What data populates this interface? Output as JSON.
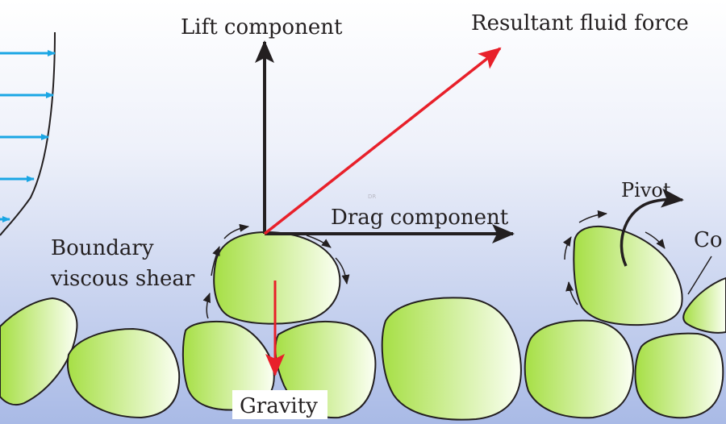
{
  "labels": {
    "lift": "Lift component",
    "resultant": "Resultant fluid force",
    "drag": "Drag component",
    "boundary_line1": "Boundary",
    "boundary_line2": "viscous shear",
    "gravity": "Gravity",
    "pivot": "Pivot",
    "contact_partial": "Co",
    "watermark": "DR"
  },
  "colors": {
    "background_top": "#ffffff",
    "background_bottom": "#aabbe6",
    "grain_fill_light": "#ffffff",
    "grain_fill_green": "#a8e04a",
    "grain_outline": "#231f20",
    "velocity_arrow": "#1aa6e4",
    "force_arrow_red": "#e8202a",
    "force_arrow_dark": "#231f20"
  },
  "icons": {
    "pivot_arrow": "curved-arrow-icon"
  }
}
